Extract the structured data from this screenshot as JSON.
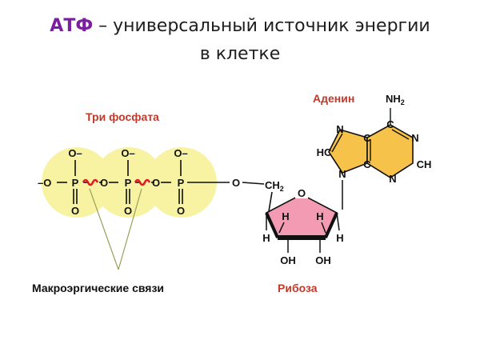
{
  "title": {
    "accent": "АТФ",
    "rest": " – универсальный источник энергии",
    "line2": "в клетке"
  },
  "labels": {
    "phosphates": "Три фосфата",
    "adenine": "Аденин",
    "ribose": "Рибоза",
    "macroergic": "Макроэргические связи"
  },
  "atoms": {
    "oxygen": "O",
    "phosphorus": "P",
    "o_minus": "O–",
    "minus_o": "–O",
    "ch2": "CH",
    "ch2_sub": "2",
    "hydrogen": "H",
    "oh": "OH",
    "nitrogen": "N",
    "carbon": "C",
    "hc": "HC",
    "ch": "CH",
    "nh2": "NH",
    "nh2_sub": "2"
  },
  "colors": {
    "accent": "#7a1fa0",
    "phosphate_fill": "#f7f3a3",
    "adenine_fill": "#f6c24a",
    "ribose_fill": "#f39bb3",
    "label_red": "#c0392b",
    "bond_wave": "#e01b24"
  }
}
